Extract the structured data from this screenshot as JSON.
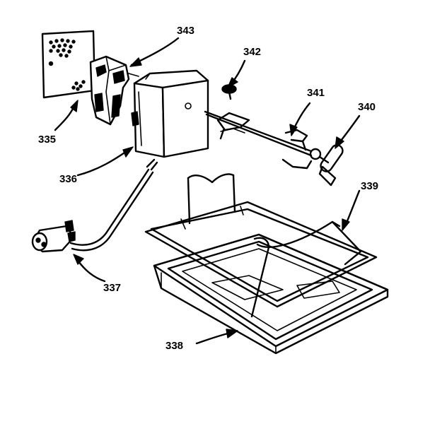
{
  "parts": [
    {
      "id": "p335",
      "number": "335"
    },
    {
      "id": "p336",
      "number": "336"
    },
    {
      "id": "p337",
      "number": "337"
    },
    {
      "id": "p338",
      "number": "338"
    },
    {
      "id": "p339",
      "number": "339"
    },
    {
      "id": "p340",
      "number": "340"
    },
    {
      "id": "p341",
      "number": "341"
    },
    {
      "id": "p342",
      "number": "342"
    },
    {
      "id": "p343",
      "number": "343"
    }
  ]
}
